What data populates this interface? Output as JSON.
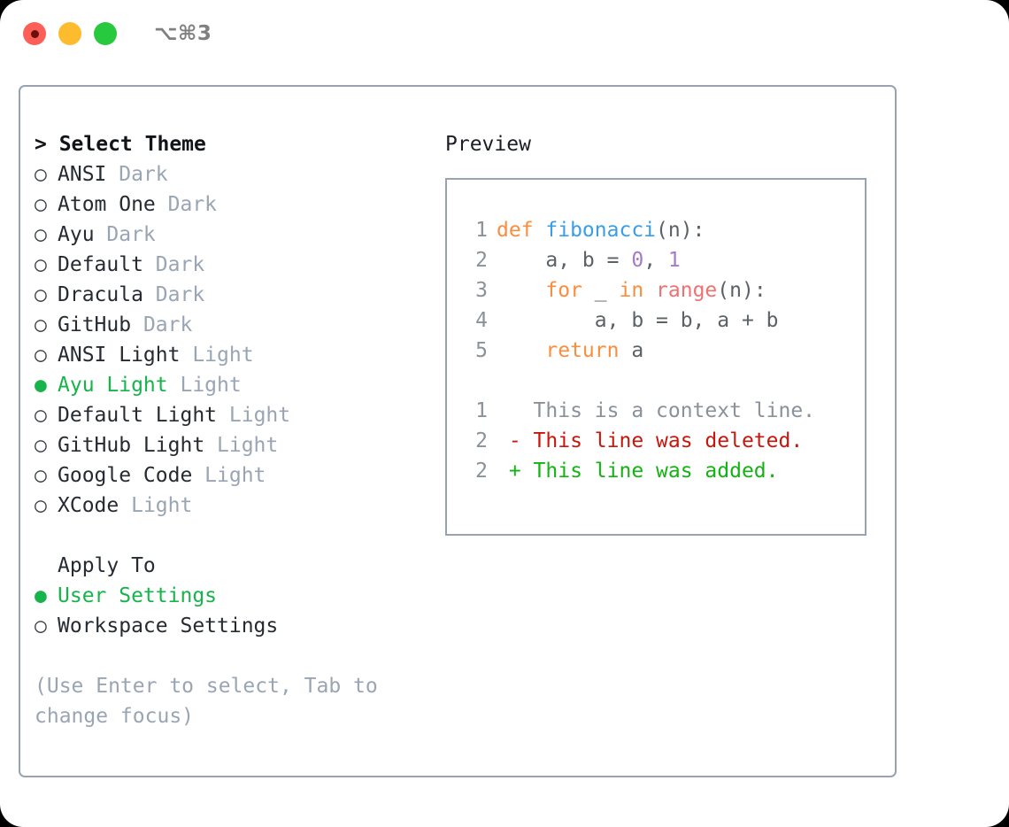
{
  "window": {
    "title": "⌥⌘3",
    "traffic_lights": [
      {
        "name": "close-button",
        "color": "#fc5f58"
      },
      {
        "name": "minimize-button",
        "color": "#fdbc2e"
      },
      {
        "name": "maximize-button",
        "color": "#27c93f"
      }
    ]
  },
  "theme_list": {
    "heading": "> Select Theme",
    "items": [
      {
        "marker": "○",
        "label": "ANSI",
        "suffix": "Dark",
        "selected": false
      },
      {
        "marker": "○",
        "label": "Atom One",
        "suffix": "Dark",
        "selected": false
      },
      {
        "marker": "○",
        "label": "Ayu",
        "suffix": "Dark",
        "selected": false
      },
      {
        "marker": "○",
        "label": "Default",
        "suffix": "Dark",
        "selected": false
      },
      {
        "marker": "○",
        "label": "Dracula",
        "suffix": "Dark",
        "selected": false
      },
      {
        "marker": "○",
        "label": "GitHub",
        "suffix": "Dark",
        "selected": false
      },
      {
        "marker": "○",
        "label": "ANSI Light",
        "suffix": "Light",
        "selected": false
      },
      {
        "marker": "●",
        "label": "Ayu Light",
        "suffix": "Light",
        "selected": true
      },
      {
        "marker": "○",
        "label": "Default Light",
        "suffix": "Light",
        "selected": false
      },
      {
        "marker": "○",
        "label": "GitHub Light",
        "suffix": "Light",
        "selected": false
      },
      {
        "marker": "○",
        "label": "Google Code",
        "suffix": "Light",
        "selected": false
      },
      {
        "marker": "○",
        "label": "XCode",
        "suffix": "Light",
        "selected": false
      }
    ]
  },
  "apply_to": {
    "heading": "Apply To",
    "items": [
      {
        "marker": "●",
        "label": "User Settings",
        "selected": true
      },
      {
        "marker": "○",
        "label": "Workspace Settings",
        "selected": false
      }
    ]
  },
  "hint": "(Use Enter to select, Tab to change focus)",
  "preview": {
    "title": "Preview",
    "code_lines": [
      {
        "number": "1",
        "tokens": [
          {
            "text": "def ",
            "kind": "kw"
          },
          {
            "text": "fibonacci",
            "kind": "fn"
          },
          {
            "text": "(n):",
            "kind": "punct"
          }
        ]
      },
      {
        "number": "2",
        "tokens": [
          {
            "text": "    a, b = ",
            "kind": "plain"
          },
          {
            "text": "0",
            "kind": "num"
          },
          {
            "text": ", ",
            "kind": "plain"
          },
          {
            "text": "1",
            "kind": "num"
          }
        ]
      },
      {
        "number": "3",
        "tokens": [
          {
            "text": "    for ",
            "kind": "kw"
          },
          {
            "text": "_ ",
            "kind": "plain"
          },
          {
            "text": "in ",
            "kind": "kw"
          },
          {
            "text": "range",
            "kind": "built"
          },
          {
            "text": "(n):",
            "kind": "punct"
          }
        ]
      },
      {
        "number": "4",
        "tokens": [
          {
            "text": "        a, b = b, a + b",
            "kind": "plain"
          }
        ]
      },
      {
        "number": "5",
        "tokens": [
          {
            "text": "    return ",
            "kind": "kw"
          },
          {
            "text": "a",
            "kind": "plain"
          }
        ]
      }
    ],
    "diff_lines": [
      {
        "number": "1",
        "sign": " ",
        "text": "This is a context line.",
        "kind": "ctx"
      },
      {
        "number": "2",
        "sign": "-",
        "text": "This line was deleted.",
        "kind": "del"
      },
      {
        "number": "2",
        "sign": "+",
        "text": "This line was added.",
        "kind": "add"
      }
    ]
  },
  "colors": {
    "accent_green": "#17b34b",
    "border": "#98a2b0",
    "muted": "#9aa5b4",
    "gutter": "#8a9199",
    "syntax_keyword": "#fa8d3e",
    "syntax_function": "#399ee6",
    "syntax_number": "#a37acc",
    "syntax_builtin": "#f07171",
    "syntax_plain": "#5c6166",
    "diff_deleted": "#c9160c",
    "diff_added": "#12b312"
  }
}
